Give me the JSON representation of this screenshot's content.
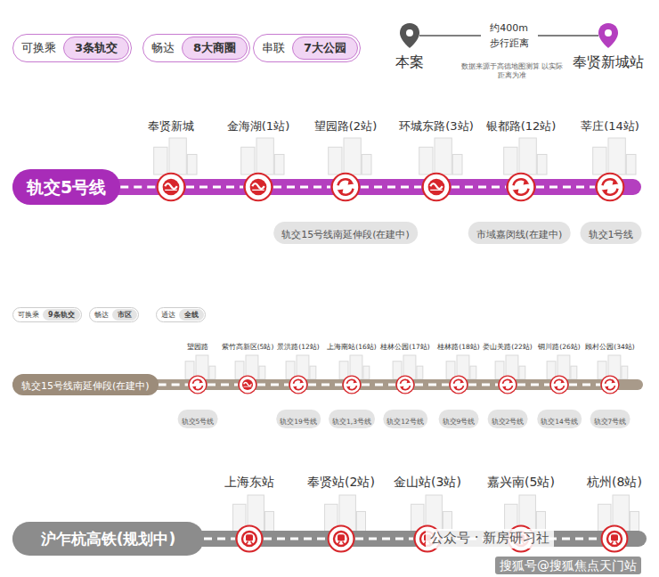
{
  "diagram": {
    "nodes": [
      {
        "text": [
          "可换乘",
          "3条轨交"
        ]
      },
      {
        "text": [
          "畅达",
          "8大商圈"
        ]
      },
      {
        "text": [
          "串联",
          "7大公园"
        ]
      },
      {
        "text": [
          "本案"
        ]
      },
      {
        "text": [
          "奉贤新城站"
        ]
      },
      {
        "text": [
          "轨交5号线"
        ]
      },
      {
        "text": [
          "奉贤新城"
        ]
      },
      {
        "text": [
          "金海湖(1站)"
        ]
      },
      {
        "text": [
          "望园路(2站)"
        ]
      },
      {
        "text": [
          "环城东路(3站)"
        ]
      },
      {
        "text": [
          "银都路(12站)"
        ]
      },
      {
        "text": [
          "莘庄(14站)"
        ]
      },
      {
        "text": [
          "轨交15号线南延伸段(在建中)"
        ]
      },
      {
        "text": [
          "市域嘉闵线(在建中)"
        ]
      },
      {
        "text": [
          "轨交1号线"
        ]
      },
      {
        "text": [
          "可换乘",
          "9条轨交"
        ]
      },
      {
        "text": [
          "畅达",
          "市区"
        ]
      },
      {
        "text": [
          "通达",
          "全线"
        ]
      },
      {
        "text": [
          "轨交15号线南延伸段(在建中)"
        ]
      },
      {
        "text": [
          "望园路"
        ]
      },
      {
        "text": [
          "紫竹高新区(5站)"
        ]
      },
      {
        "text": [
          "景洪路(12站)"
        ]
      },
      {
        "text": [
          "上海南站(16站)"
        ]
      },
      {
        "text": [
          "桂林公园(17站)"
        ]
      },
      {
        "text": [
          "桂林路(18站)"
        ]
      },
      {
        "text": [
          "娄山关路(22站)"
        ]
      },
      {
        "text": [
          "铜川路(26站)"
        ]
      },
      {
        "text": [
          "顾村公园(34站)"
        ]
      },
      {
        "text": [
          "轨交5号线"
        ]
      },
      {
        "text": [
          "轨交19号线"
        ]
      },
      {
        "text": [
          "轨交1,3号线"
        ]
      },
      {
        "text": [
          "轨交12号线"
        ]
      },
      {
        "text": [
          "轨交9号线"
        ]
      },
      {
        "text": [
          "轨交2号线"
        ]
      },
      {
        "text": [
          "轨交14号线"
        ]
      },
      {
        "text": [
          "轨交7号线"
        ]
      },
      {
        "text": [
          "沪乍杭高铁(规划中)"
        ]
      },
      {
        "text": [
          "上海东站"
        ]
      },
      {
        "text": [
          "奉贤站(2站)"
        ]
      },
      {
        "text": [
          "金山站(3站)"
        ]
      },
      {
        "text": [
          "嘉兴南(5站)"
        ]
      },
      {
        "text": [
          "杭州(8站)"
        ]
      }
    ],
    "edges": [
      {
        "from": 3,
        "to": 4,
        "arrow": "none",
        "label": "约400m 步行距离"
      },
      {
        "from": 5,
        "to": 6,
        "arrow": "none"
      },
      {
        "from": 6,
        "to": 7,
        "arrow": "none"
      },
      {
        "from": 7,
        "to": 8,
        "arrow": "none"
      },
      {
        "from": 8,
        "to": 9,
        "arrow": "none"
      },
      {
        "from": 9,
        "to": 10,
        "arrow": "none"
      },
      {
        "from": 10,
        "to": 11,
        "arrow": "none"
      },
      {
        "from": 18,
        "to": 19,
        "arrow": "none"
      },
      {
        "from": 19,
        "to": 20,
        "arrow": "none"
      },
      {
        "from": 20,
        "to": 21,
        "arrow": "none"
      },
      {
        "from": 21,
        "to": 22,
        "arrow": "none"
      },
      {
        "from": 22,
        "to": 23,
        "arrow": "none"
      },
      {
        "from": 23,
        "to": 24,
        "arrow": "none"
      },
      {
        "from": 24,
        "to": 25,
        "arrow": "none"
      },
      {
        "from": 25,
        "to": 26,
        "arrow": "none"
      },
      {
        "from": 26,
        "to": 27,
        "arrow": "none"
      },
      {
        "from": 36,
        "to": 37,
        "arrow": "none"
      },
      {
        "from": 37,
        "to": 38,
        "arrow": "none"
      },
      {
        "from": 38,
        "to": 39,
        "arrow": "none"
      },
      {
        "from": 39,
        "to": 40,
        "arrow": "none"
      },
      {
        "from": 40,
        "to": 41,
        "arrow": "none"
      }
    ],
    "labels": [
      "数据来源于高德地图测算 以实际距离为准",
      "公众号 · 新房研习社",
      "搜狐号@搜狐焦点天门站"
    ]
  }
}
